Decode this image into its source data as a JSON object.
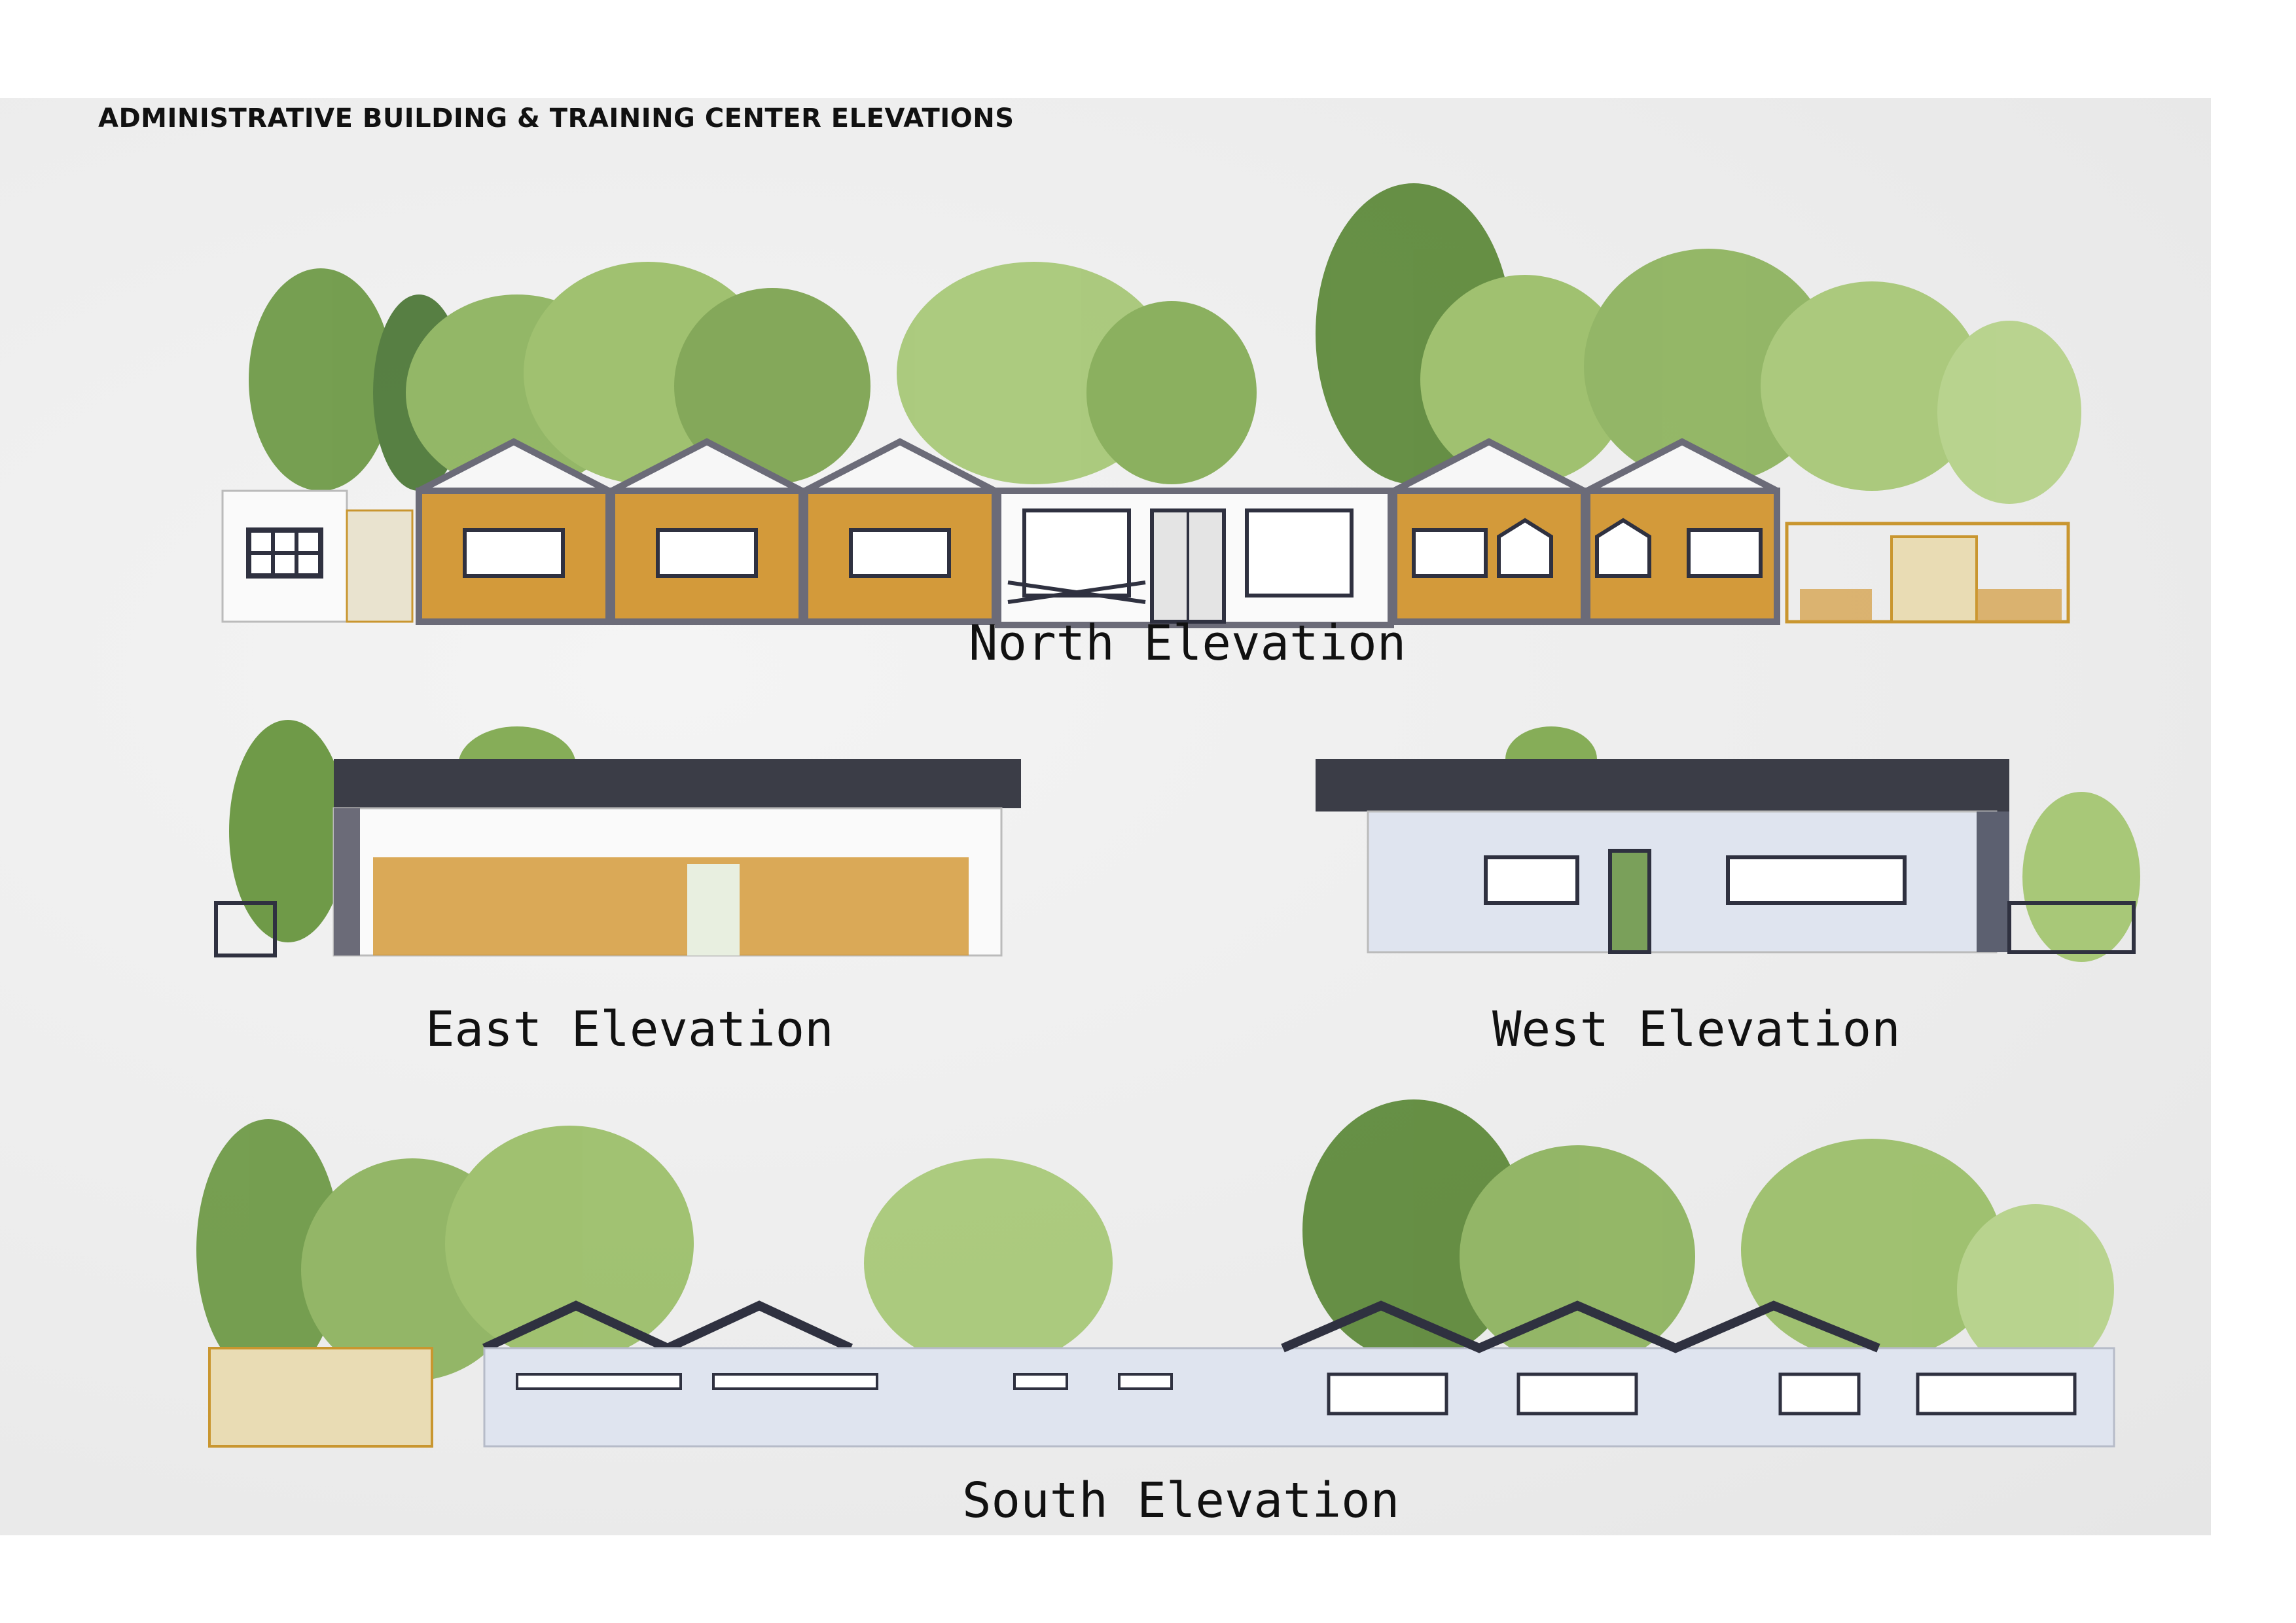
{
  "title": "ADMINISTRATIVE BUILDING & TRAINING CENTER ELEVATIONS",
  "elevations": {
    "north": "North Elevation",
    "east": "East Elevation",
    "west": "West Elevation",
    "south": "South Elevation"
  },
  "colors": {
    "background": "#ececec",
    "tree_dark": "#5f8a3c",
    "tree_light": "#9cbf6a",
    "wood": "#d39a3a",
    "wall_white": "#f7f7f7",
    "wall_blue": "#dfe4ef",
    "frame": "#6b6b78",
    "roof": "#3b3d47",
    "window": "#2f3140",
    "lattice": "#c9962f"
  }
}
